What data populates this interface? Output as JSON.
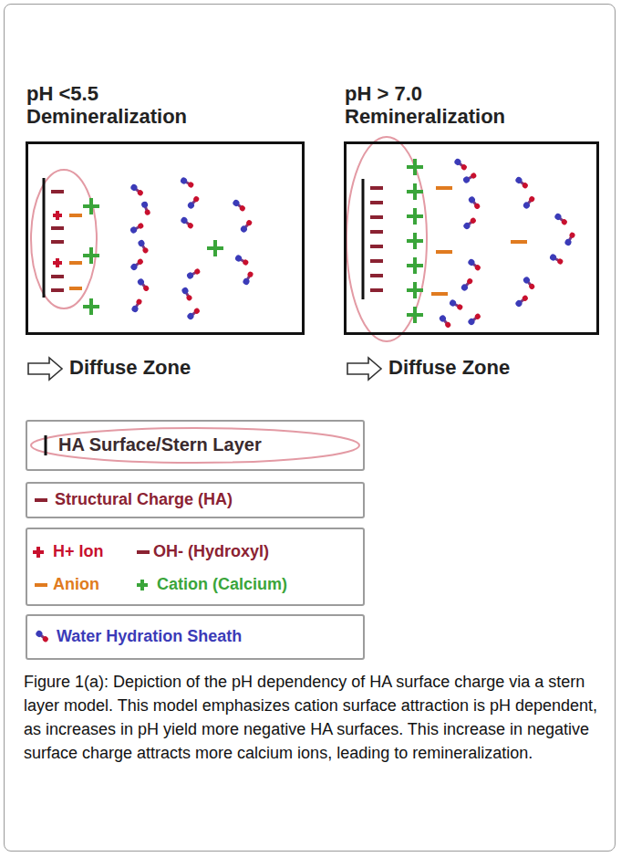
{
  "diagram": {
    "caption": "Figure 1(a): Depiction of the pH dependency of HA surface charge via a stern layer model. This model emphasizes cation surface attraction is pH dependent, as increases in pH yield more negative HA surfaces. This increase in negative surface charge attracts more calcium ions, leading to remineralization.",
    "nodes": [
      {
        "text": [
          "pH <5.5 Demineralization"
        ]
      },
      {
        "text": [
          "pH > 7.0 Remineralization"
        ]
      }
    ],
    "labels": [
      "Diffuse Zone",
      "Diffuse Zone"
    ],
    "legend": [
      {
        "text": "HA Surface/Stern Layer"
      },
      {
        "text": "Structural Charge (HA)",
        "color": "#8b2232"
      },
      {
        "text": "H+ Ion",
        "color": "#c8102e"
      },
      {
        "text": "OH- (Hydroxyl)",
        "color": "#8b2232"
      },
      {
        "text": "Anion",
        "color": "#e07b20"
      },
      {
        "text": "Cation (Calcium)",
        "color": "#3aa53a"
      },
      {
        "text": "Water Hydration Sheath"
      }
    ]
  }
}
